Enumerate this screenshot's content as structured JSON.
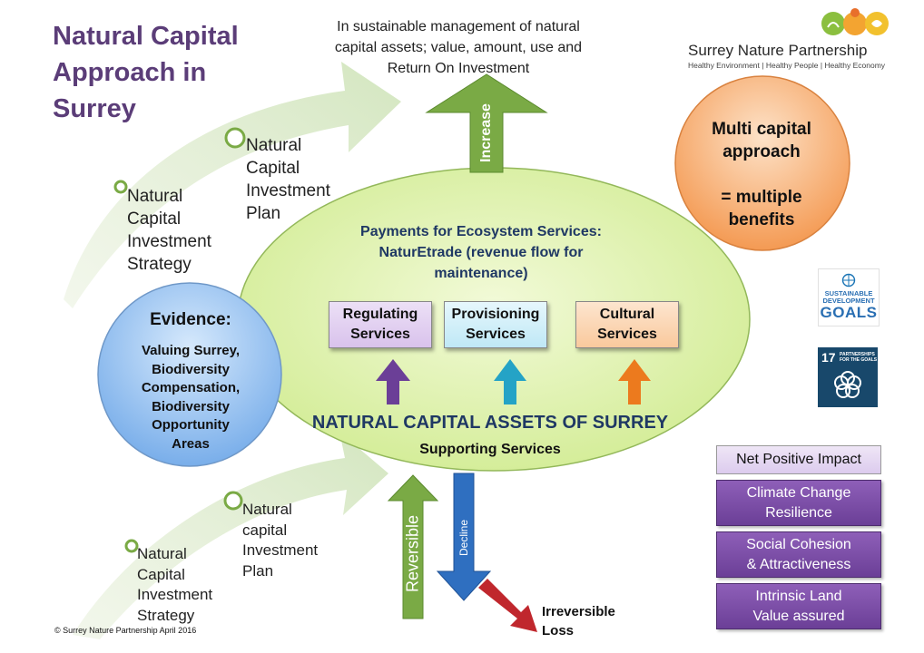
{
  "title": "Natural Capital\nApproach in\nSurrey",
  "top_text": "In sustainable management of natural capital assets; value, amount, use and Return On Investment",
  "logo": {
    "name": "Surrey Nature Partnership",
    "tagline": "Healthy Environment | Healthy People | Healthy Economy"
  },
  "upper_arrow": {
    "step1": "Natural\nCapital\nInvestment\nStrategy",
    "step2": "Natural\nCapital\nInvestment\nPlan"
  },
  "lower_arrow": {
    "step1": "Natural\nCapital\nInvestment\nStrategy",
    "step2": "Natural\ncapital\nInvestment\nPlan"
  },
  "evidence": {
    "title": "Evidence:",
    "body": "Valuing Surrey,\nBiodiversity\nCompensation,\nBiodiversity\nOpportunity\nAreas"
  },
  "central": {
    "pes_text": "Payments for Ecosystem Services:\nNaturEtrade  (revenue flow for\nmaintenance)",
    "services": [
      {
        "label": "Regulating\nServices",
        "color": "#7a4fa3"
      },
      {
        "label": "Provisioning\nServices",
        "color": "#2aa8c9"
      },
      {
        "label": "Cultural\nServices",
        "color": "#e8761e"
      }
    ],
    "assets_title": "NATURAL CAPITAL ASSETS OF SURREY",
    "supporting": "Supporting  Services"
  },
  "arrows": {
    "increase": "Increase",
    "reversible": "Reversible",
    "decline": "Decline",
    "irreversible_loss": "Irreversible\nLoss"
  },
  "multi_capital": "Multi capital\napproach\n\n= multiple\nbenefits",
  "impacts": [
    "Net Positive Impact",
    "Climate Change\nResilience",
    "Social Cohesion\n& Attractiveness",
    "Intrinsic Land\nValue assured"
  ],
  "sdg": {
    "logo_line1": "SUSTAINABLE",
    "logo_line2": "DEVELOPMENT",
    "logo_line3": "GOALS",
    "goal_number": "17",
    "goal_line1": "PARTNERSHIPS",
    "goal_line2": "FOR THE GOALS"
  },
  "copyright": "© Surrey Nature Partnership April 2016",
  "colors": {
    "title": "#5b3d78",
    "green_arrow": "#7aaa45",
    "ellipse_fill": "#ddf0a8",
    "evidence_fill": "#8dbcf0",
    "multi_fill": "#f6a15c",
    "impact_purple": "#7b4fa9",
    "decline_blue": "#2f6fc0",
    "loss_red": "#c0272d"
  }
}
